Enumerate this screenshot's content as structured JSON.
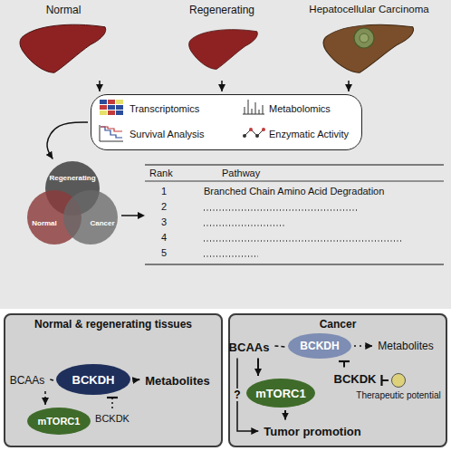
{
  "diagram": {
    "nodes": [
      {
        "text": [
          "Normal"
        ]
      },
      {
        "text": [
          "Regenerating"
        ]
      },
      {
        "text": [
          "Hepatocellular Carcinoma"
        ]
      },
      {
        "text": [
          "Transcriptomics",
          "Metabolomics",
          "Survival Analysis",
          "Enzymatic Activity"
        ]
      },
      {
        "text": [
          "Regenerating"
        ]
      },
      {
        "text": [
          "Normal"
        ]
      },
      {
        "text": [
          "Cancer"
        ]
      },
      {
        "text": [
          "Normal & regenerating tissues"
        ]
      },
      {
        "text": [
          "BCAAs"
        ],
        "in": 7
      },
      {
        "text": [
          "BCKDH"
        ],
        "in": 7
      },
      {
        "text": [
          "Metabolites"
        ],
        "in": 7
      },
      {
        "text": [
          "mTORC1"
        ],
        "in": 7
      },
      {
        "text": [
          "BCKDK"
        ],
        "in": 7
      },
      {
        "text": [
          "Cancer"
        ]
      },
      {
        "text": [
          "BCAAs"
        ],
        "in": 13
      },
      {
        "text": [
          "BCKDH"
        ],
        "in": 13
      },
      {
        "text": [
          "Metabolites"
        ],
        "in": 13
      },
      {
        "text": [
          "BCKDK"
        ],
        "in": 13
      },
      {
        "text": [
          "mTORC1"
        ],
        "in": 13
      },
      {
        "text": [
          "Tumor promotion"
        ],
        "in": 13
      },
      {
        "text": [
          "Therapeutic potential"
        ],
        "in": 13
      }
    ],
    "edges": [
      {
        "from": 0,
        "to": 3,
        "arrow": "to"
      },
      {
        "from": 1,
        "to": 3,
        "arrow": "to"
      },
      {
        "from": 2,
        "to": 3,
        "arrow": "to"
      },
      {
        "from": 3,
        "to": 4,
        "arrow": "to"
      },
      {
        "from": 8,
        "to": 9,
        "arrow": "none"
      },
      {
        "from": 9,
        "to": 10,
        "arrow": "to"
      },
      {
        "from": 8,
        "to": 11,
        "arrow": "to"
      },
      {
        "from": 12,
        "to": 9,
        "arrow": "to"
      },
      {
        "from": 14,
        "to": 15,
        "arrow": "none"
      },
      {
        "from": 15,
        "to": 16,
        "arrow": "to"
      },
      {
        "from": 17,
        "to": 15,
        "arrow": "to"
      },
      {
        "from": 14,
        "to": 18,
        "arrow": "to"
      },
      {
        "from": 18,
        "to": 19,
        "arrow": "to"
      },
      {
        "from": 14,
        "to": 19,
        "label": "?",
        "arrow": "to"
      },
      {
        "from": 20,
        "to": 17,
        "arrow": "to"
      }
    ],
    "labels": [
      "Rank",
      "Pathway",
      "1",
      "Branched Chain Amino Acid Degradation",
      "2",
      "3",
      "4",
      "5"
    ]
  }
}
